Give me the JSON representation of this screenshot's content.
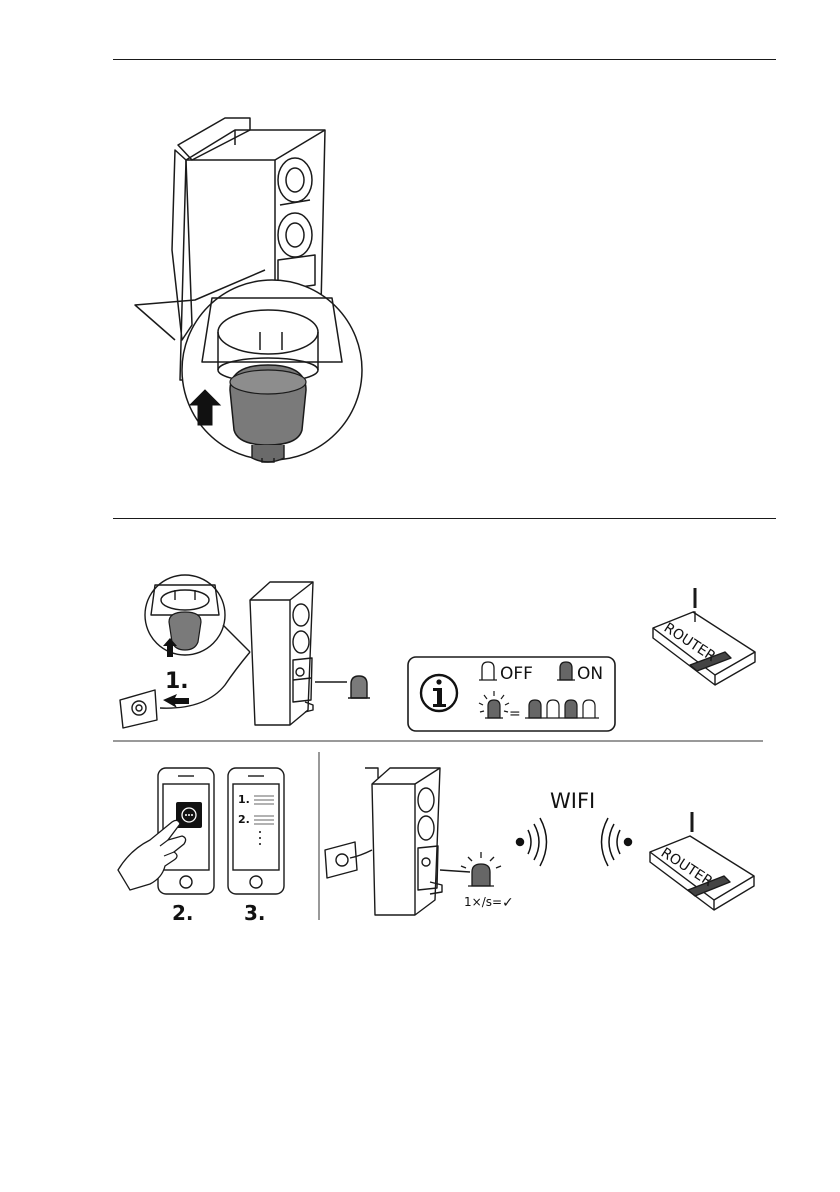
{
  "steps": {
    "s1": "1.",
    "s2": "2.",
    "s3": "3."
  },
  "legend": {
    "off": "OFF",
    "on": "ON",
    "equals": "="
  },
  "router": {
    "label": "ROUTER"
  },
  "wifi": {
    "label": "WIFI"
  },
  "blink": {
    "rate": "1×/s=",
    "check": "✓"
  },
  "phone": {
    "list_item_1": "1.",
    "list_item_2": "2."
  },
  "colors": {
    "line": "#1a1a1a",
    "plug_fill": "#7a7a7a",
    "led_on": "#666666",
    "background": "#ffffff"
  },
  "icons": [
    "info-icon",
    "led-off-icon",
    "led-on-icon",
    "led-blink-icon",
    "wifi-signal-icon",
    "arrow-up-icon",
    "router-icon",
    "smartphone-icon",
    "hand-pointer-icon",
    "wall-socket-icon",
    "checkmark-icon"
  ]
}
